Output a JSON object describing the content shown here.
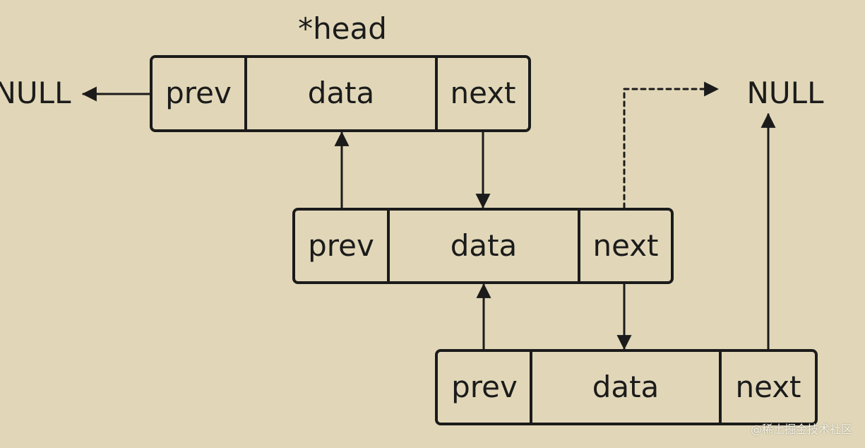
{
  "head_label": "*head",
  "null_left": "NULL",
  "null_right": "NULL",
  "nodes": [
    {
      "prev": "prev",
      "data": "data",
      "next": "next"
    },
    {
      "prev": "prev",
      "data": "data",
      "next": "next"
    },
    {
      "prev": "prev",
      "data": "data",
      "next": "next"
    }
  ],
  "watermark": "@稀土掘金技术社区",
  "colors": {
    "background": "#e1d7b8",
    "stroke": "#1b1b1b",
    "watermark": "#f4f1e6"
  }
}
